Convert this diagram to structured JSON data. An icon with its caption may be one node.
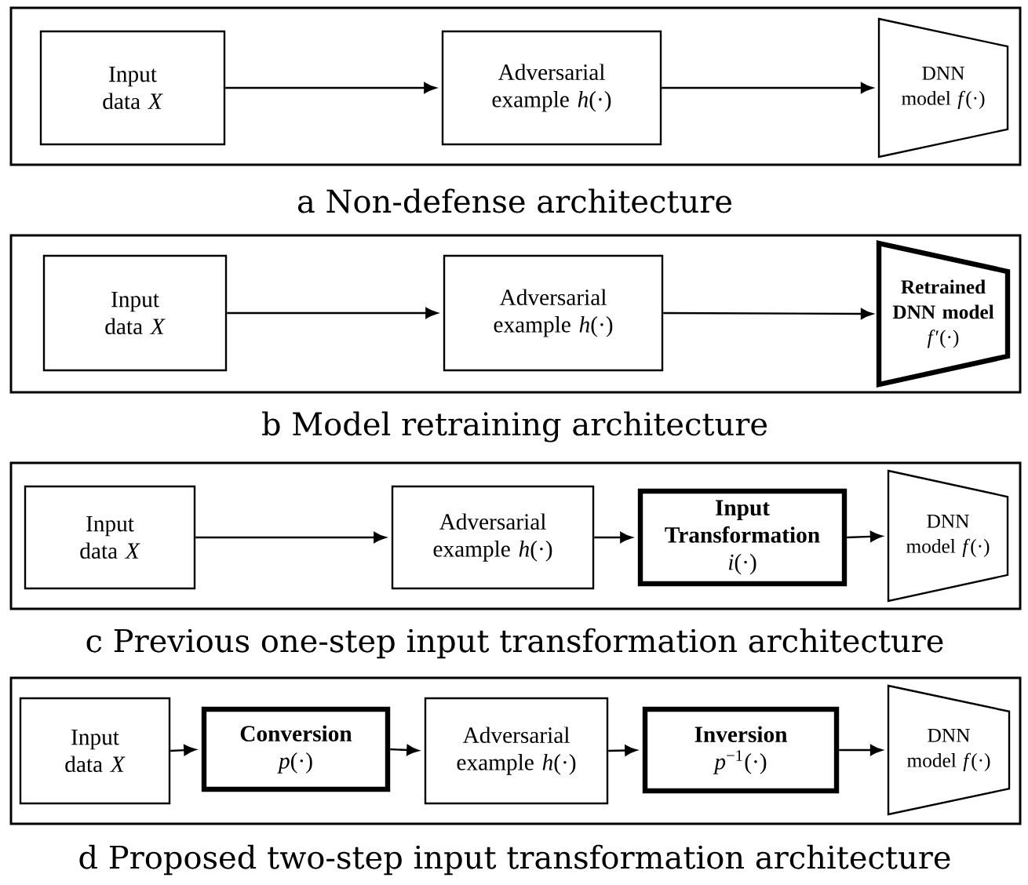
{
  "diagram": {
    "nodes": [
      {
        "text": [
          "a Non-defense architecture"
        ]
      },
      {
        "text": [
          "Input data *X*"
        ],
        "in": 0
      },
      {
        "text": [
          "Adversarial example *h*(·)"
        ],
        "in": 0
      },
      {
        "text": [
          "DNN model *f*(·)"
        ],
        "in": 0
      },
      {
        "text": [
          "b Model retraining architecture"
        ]
      },
      {
        "text": [
          "Input data *X*"
        ],
        "in": 4
      },
      {
        "text": [
          "Adversarial example *h*(·)"
        ],
        "in": 4
      },
      {
        "text": [
          "Retrained DNN model",
          "*f*′(·)"
        ],
        "in": 4
      },
      {
        "text": [
          "c Previous one-step input transformation architecture"
        ]
      },
      {
        "text": [
          "Input data *X*"
        ],
        "in": 8
      },
      {
        "text": [
          "Adversarial example *h*(·)"
        ],
        "in": 8
      },
      {
        "text": [
          "Input Transformation",
          "*i*(·)"
        ],
        "in": 8
      },
      {
        "text": [
          "DNN model *f*(·)"
        ],
        "in": 8
      },
      {
        "text": [
          "d Proposed two-step input transformation architecture"
        ]
      },
      {
        "text": [
          "Input data *X*"
        ],
        "in": 13
      },
      {
        "text": [
          "Conversion",
          "*p*(·)"
        ],
        "in": 13
      },
      {
        "text": [
          "Adversarial example *h*(·)"
        ],
        "in": 13
      },
      {
        "text": [
          "Inversion",
          "*p*$^{−1}$(·)"
        ],
        "in": 13
      },
      {
        "text": [
          "DNN model *f*(·)"
        ],
        "in": 13
      }
    ],
    "edges": [
      {
        "from": 1,
        "to": 2,
        "arrow": "to"
      },
      {
        "from": 2,
        "to": 3,
        "arrow": "to"
      },
      {
        "from": 5,
        "to": 6,
        "arrow": "to"
      },
      {
        "from": 6,
        "to": 7,
        "arrow": "to"
      },
      {
        "from": 9,
        "to": 10,
        "arrow": "to"
      },
      {
        "from": 10,
        "to": 11,
        "arrow": "to"
      },
      {
        "from": 11,
        "to": 12,
        "arrow": "to"
      },
      {
        "from": 14,
        "to": 15,
        "arrow": "to"
      },
      {
        "from": 15,
        "to": 16,
        "arrow": "to"
      },
      {
        "from": 16,
        "to": 17,
        "arrow": "to"
      },
      {
        "from": 17,
        "to": 18,
        "arrow": "to"
      }
    ]
  }
}
